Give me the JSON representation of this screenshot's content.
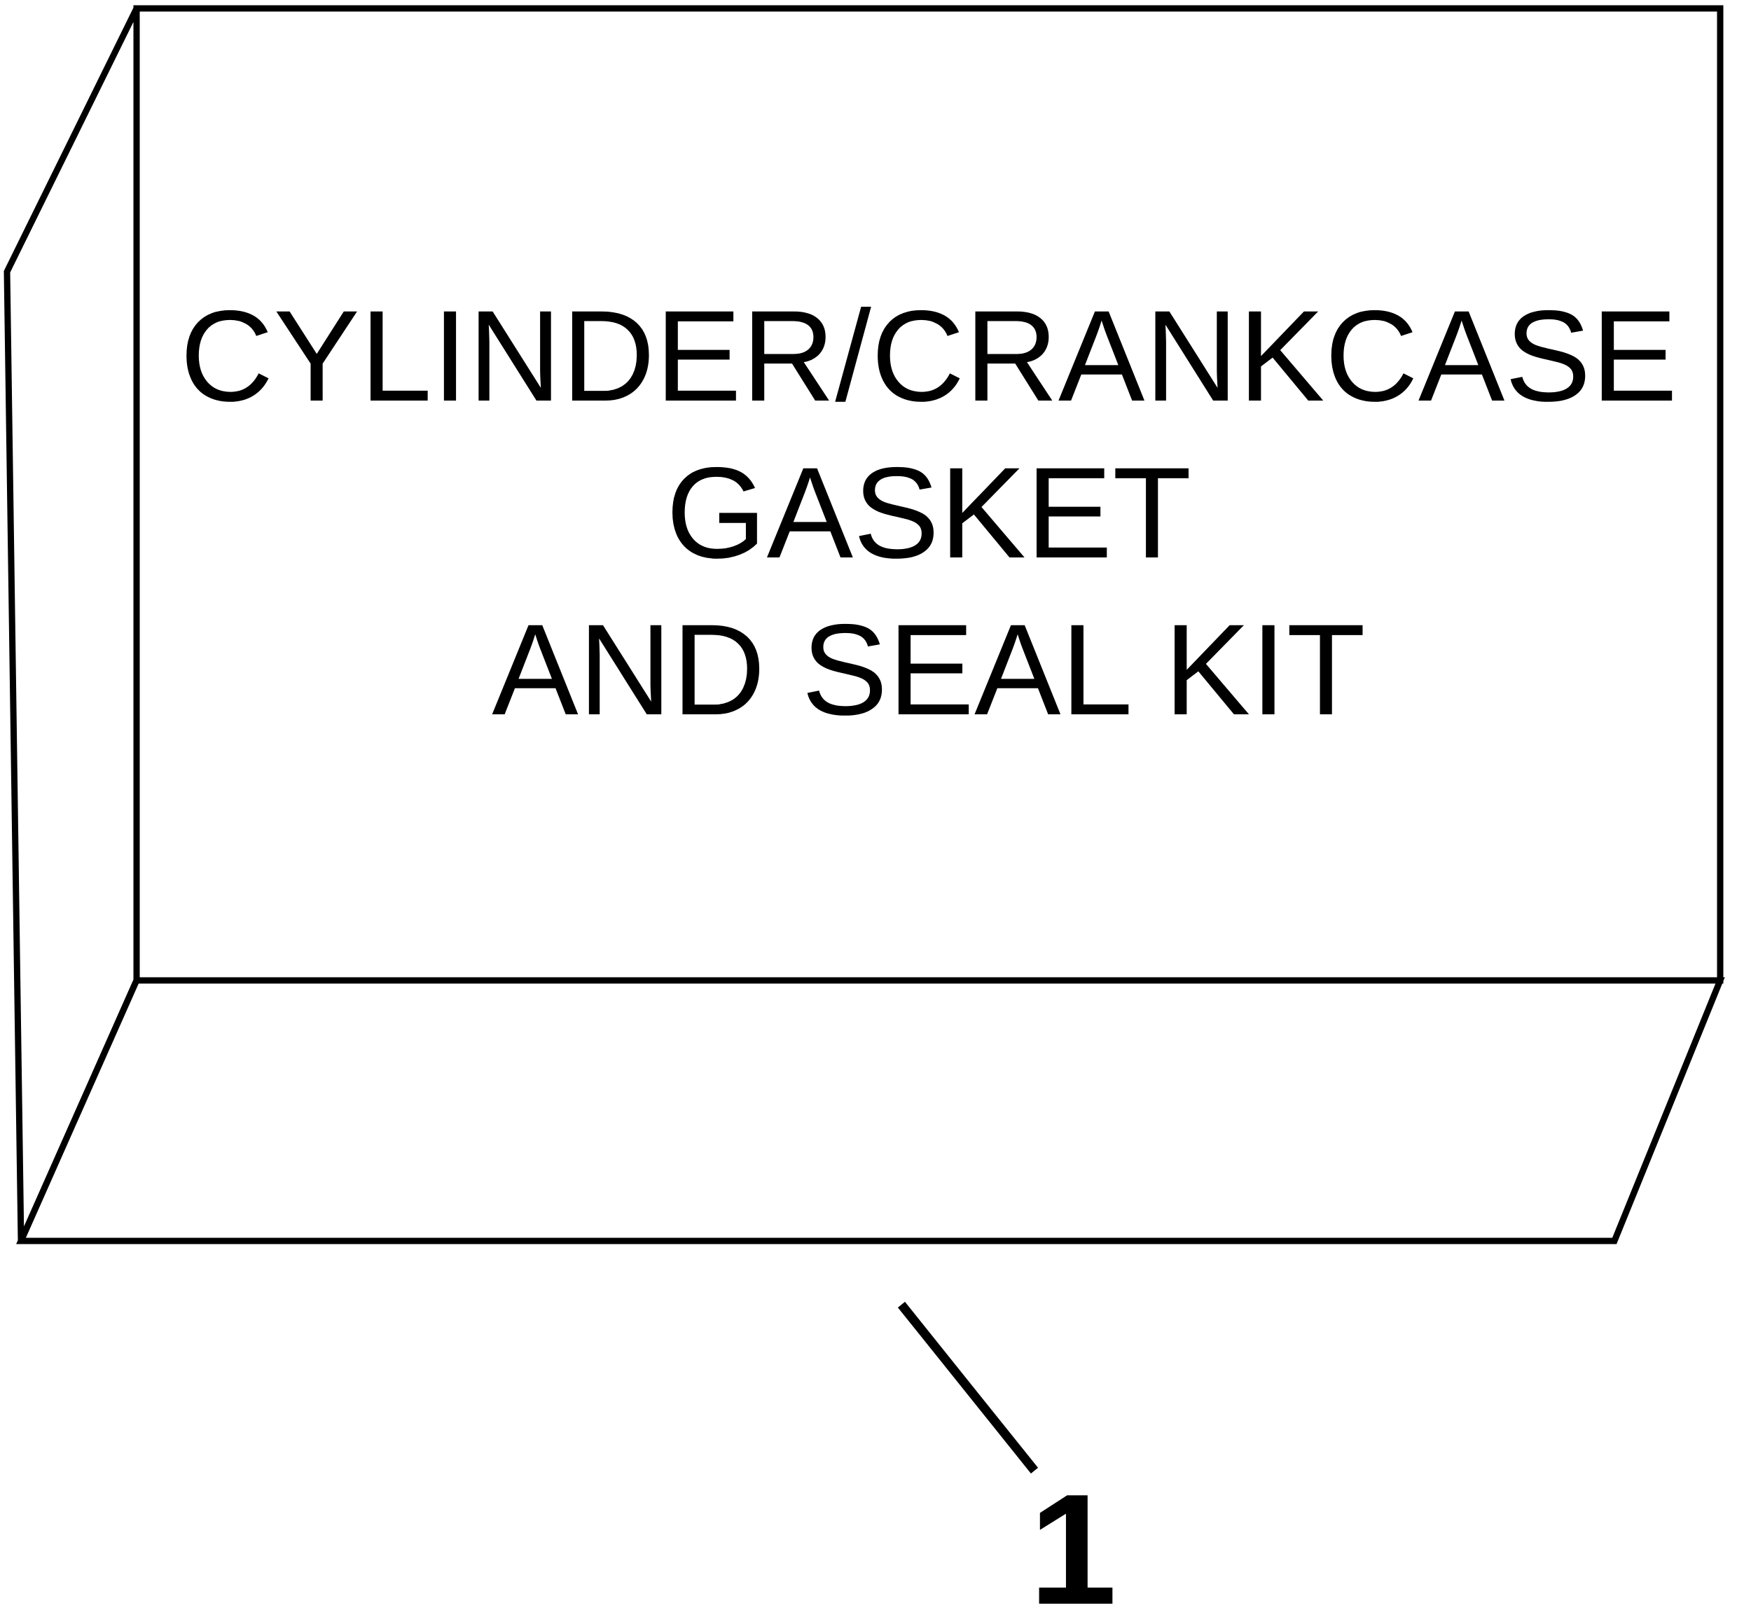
{
  "diagram": {
    "description": "Isometric parts-catalog drawing of a rectangular kit box with a numbered callout",
    "box_label": {
      "line1": "CYLINDER/CRANKCASE",
      "line2": "GASKET",
      "line3": "AND SEAL KIT"
    },
    "callout": {
      "number": "1"
    },
    "colors": {
      "line": "#000000",
      "background": "#ffffff",
      "text": "#000000"
    }
  }
}
